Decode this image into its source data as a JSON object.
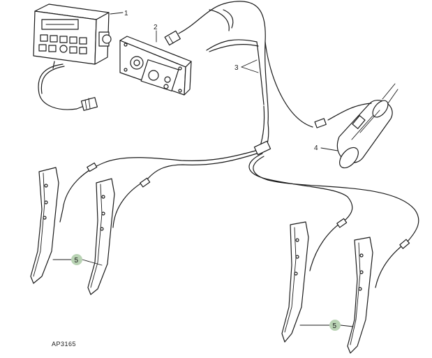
{
  "figure": {
    "code": "AP3165",
    "callouts": {
      "monitor": "1",
      "connector_panel": "2",
      "harness": "3",
      "sensor": "4",
      "shank_left": "5",
      "shank_right": "5"
    }
  },
  "colors": {
    "ink": "#1a1a1a",
    "callout_badge": "#b9d3b4"
  }
}
